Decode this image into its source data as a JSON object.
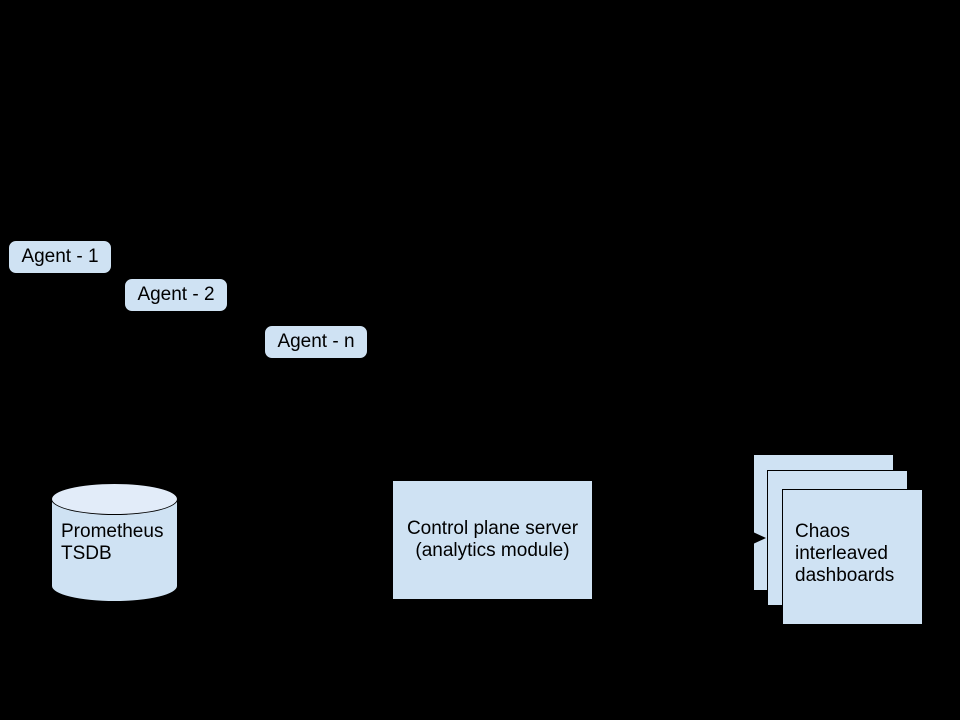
{
  "diagram": {
    "background_color": "#000000",
    "node_fill_color": "#cfe2f3",
    "cylinder_top_fill_color": "#e2ecf9",
    "outline_color": "#000000",
    "text_color": "#000000",
    "agents": [
      {
        "label": "Agent - 1"
      },
      {
        "label": "Agent - 2"
      },
      {
        "label": "Agent - n"
      }
    ],
    "tsdb": {
      "lines": [
        "Prometheus",
        "TSDB"
      ]
    },
    "control_plane": {
      "lines": [
        "Control plane server",
        "(analytics module)"
      ]
    },
    "dashboards": {
      "lines": [
        "Chaos",
        "interleaved",
        "dashboards"
      ]
    }
  }
}
